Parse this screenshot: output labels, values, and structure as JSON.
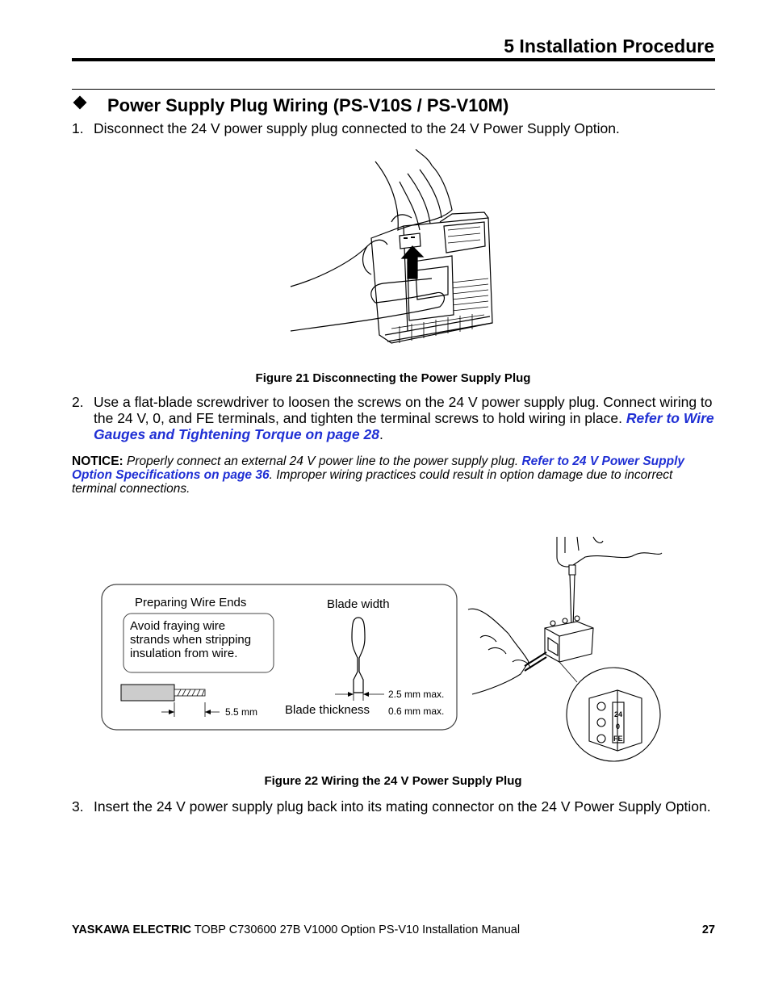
{
  "header": {
    "section_title": "5  Installation Procedure"
  },
  "heading": "Power Supply Plug Wiring (PS-V10S / PS-V10M)",
  "steps": [
    {
      "num": "1.",
      "text": "Disconnect the 24 V power supply plug connected to the 24 V Power Supply Option."
    },
    {
      "num": "2.",
      "text": "Use a flat-blade screwdriver to loosen the screws on the 24 V power supply plug. Connect wiring to the 24 V, 0, and FE terminals, and tighten the terminal screws to hold wiring in place. ",
      "link": "Refer to Wire Gauges and Tightening Torque on page 28",
      "end": "."
    },
    {
      "num": "3.",
      "text": "Insert the 24 V power supply plug back into its mating connector on the 24 V Power Supply Option."
    }
  ],
  "figure21": {
    "caption": "Figure 21  Disconnecting the Power Supply Plug"
  },
  "notice": {
    "label": "NOTICE:",
    "text1": " Properly connect an external 24 V power line to the power supply plug. ",
    "link": "Refer to 24 V Power Supply Option Specifications on page 36",
    "text2": ". Improper wiring practices could result in option damage due to incorrect terminal connections."
  },
  "figure22": {
    "caption": "Figure 22  Wiring the 24 V Power Supply Plug",
    "preparing_title": "Preparing Wire Ends",
    "callout_line1": "Avoid fraying wire",
    "callout_line2": "strands when stripping",
    "callout_line3": "insulation from wire.",
    "strip_length": "5.5 mm",
    "blade_width_label": "Blade width",
    "blade_thickness_label": "Blade thickness",
    "blade_width_max": "2.5 mm max.",
    "blade_thickness_max": "0.6 mm max.",
    "terminal_24": "24",
    "terminal_0": "0",
    "terminal_fe": "FE"
  },
  "footer": {
    "brand": "YASKAWA ELECTRIC",
    "doc": " TOBP C730600 27B V1000 Option PS-V10 Installation Manual",
    "page": "27"
  }
}
